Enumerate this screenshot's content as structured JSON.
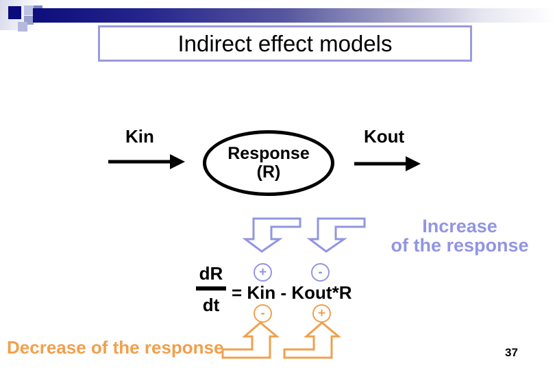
{
  "slide": {
    "title": "Indirect effect models",
    "page_number": "37"
  },
  "diagram": {
    "kin": "Kin",
    "kout": "Kout",
    "response_line1": "Response",
    "response_line2": "(R)"
  },
  "equation": {
    "numerator": "dR",
    "denominator": "dt",
    "expression": "= Kin - Kout*R",
    "kin_upper_sign": "+",
    "kout_upper_sign": "-",
    "kin_lower_sign": "-",
    "kout_lower_sign": "+"
  },
  "annotations": {
    "increase_line1": "Increase",
    "increase_line2": "of the response",
    "decrease": "Decrease of the response"
  },
  "colors": {
    "accent_purple": "#9295e2",
    "accent_orange": "#f0a04c",
    "navy_bar": "#0b0b7d",
    "title_border": "#9a9ade"
  }
}
